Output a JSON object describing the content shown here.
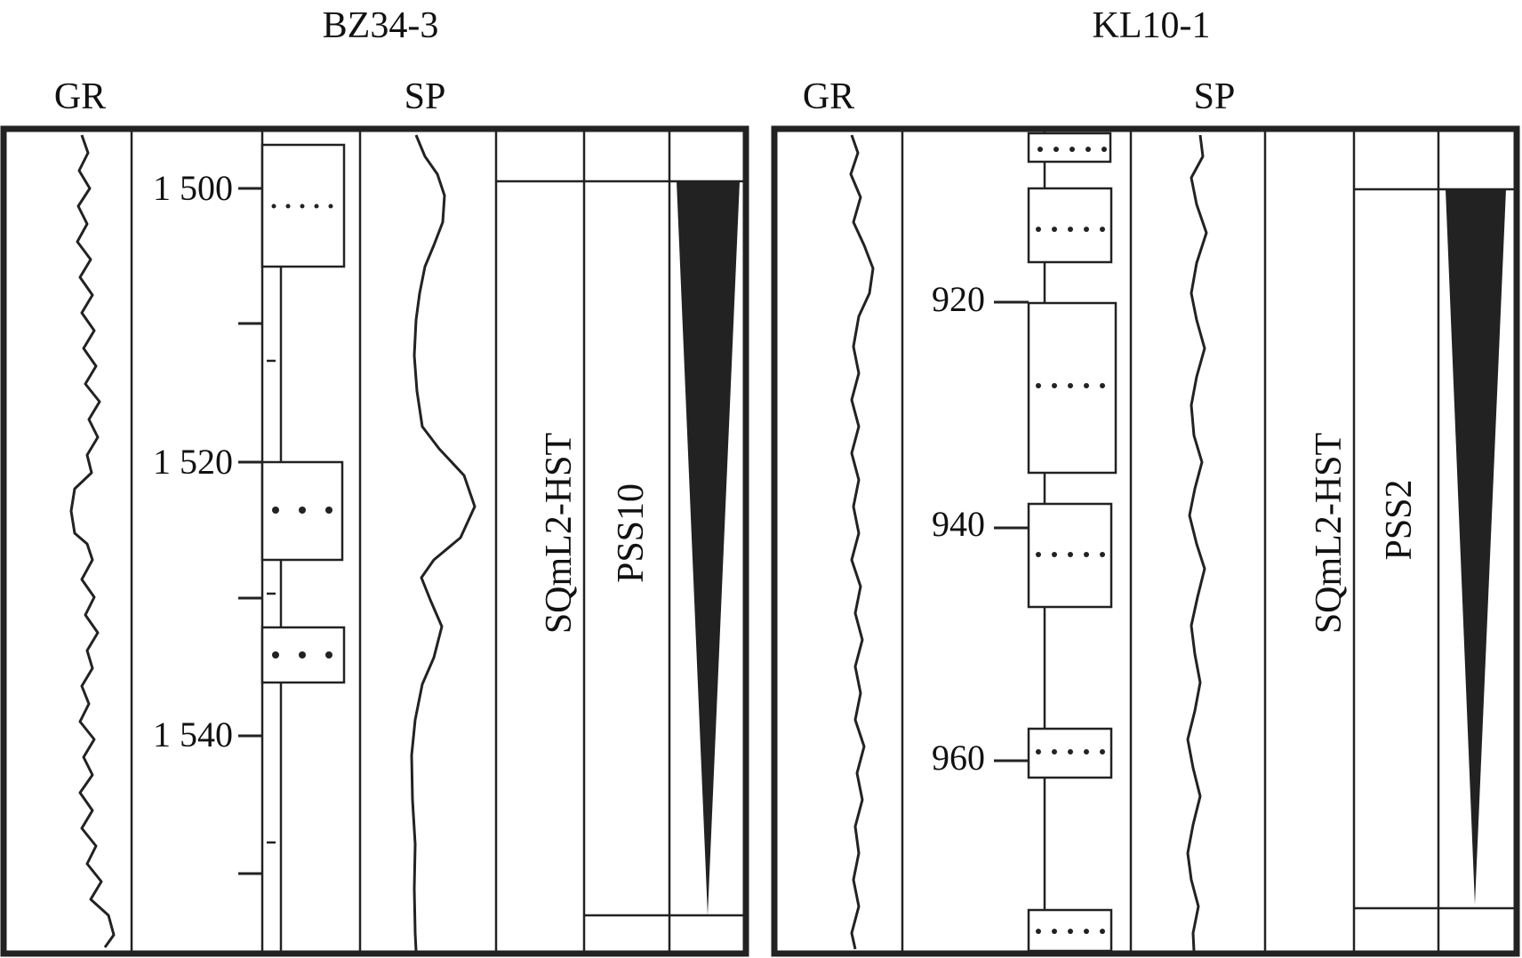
{
  "wells": [
    {
      "name": "BZ34-3",
      "curves": [
        "GR",
        "SP"
      ],
      "depth_labels": [
        "1 500",
        "1 520",
        "1 540"
      ],
      "sequence": "SQmL2-HST",
      "parasequence_set": "PSS10"
    },
    {
      "name": "KL10-1",
      "curves": [
        "GR",
        "SP"
      ],
      "depth_labels": [
        "920",
        "940",
        "960"
      ],
      "sequence": "SQmL2-HST",
      "parasequence_set": "PSS2"
    }
  ],
  "colors": {
    "line": "#222222",
    "background": "#ffffff"
  }
}
